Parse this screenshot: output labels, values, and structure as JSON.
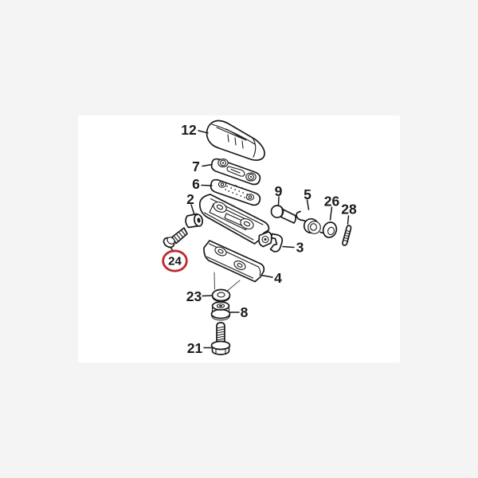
{
  "page": {
    "background_color": "#f4f4f4",
    "canvas_color": "#ffffff",
    "line_color": "#1a1a1a",
    "highlight_color": "#c0272d"
  },
  "diagram": {
    "kind": "exploded-parts-diagram",
    "highlighted_part": "24"
  },
  "labels": {
    "p12": "12",
    "p7": "7",
    "p6": "6",
    "p2": "2",
    "p24": "24",
    "p3": "3",
    "p9": "9",
    "p5": "5",
    "p26": "26",
    "p28": "28",
    "p4": "4",
    "p23": "23",
    "p8": "8",
    "p21": "21"
  }
}
